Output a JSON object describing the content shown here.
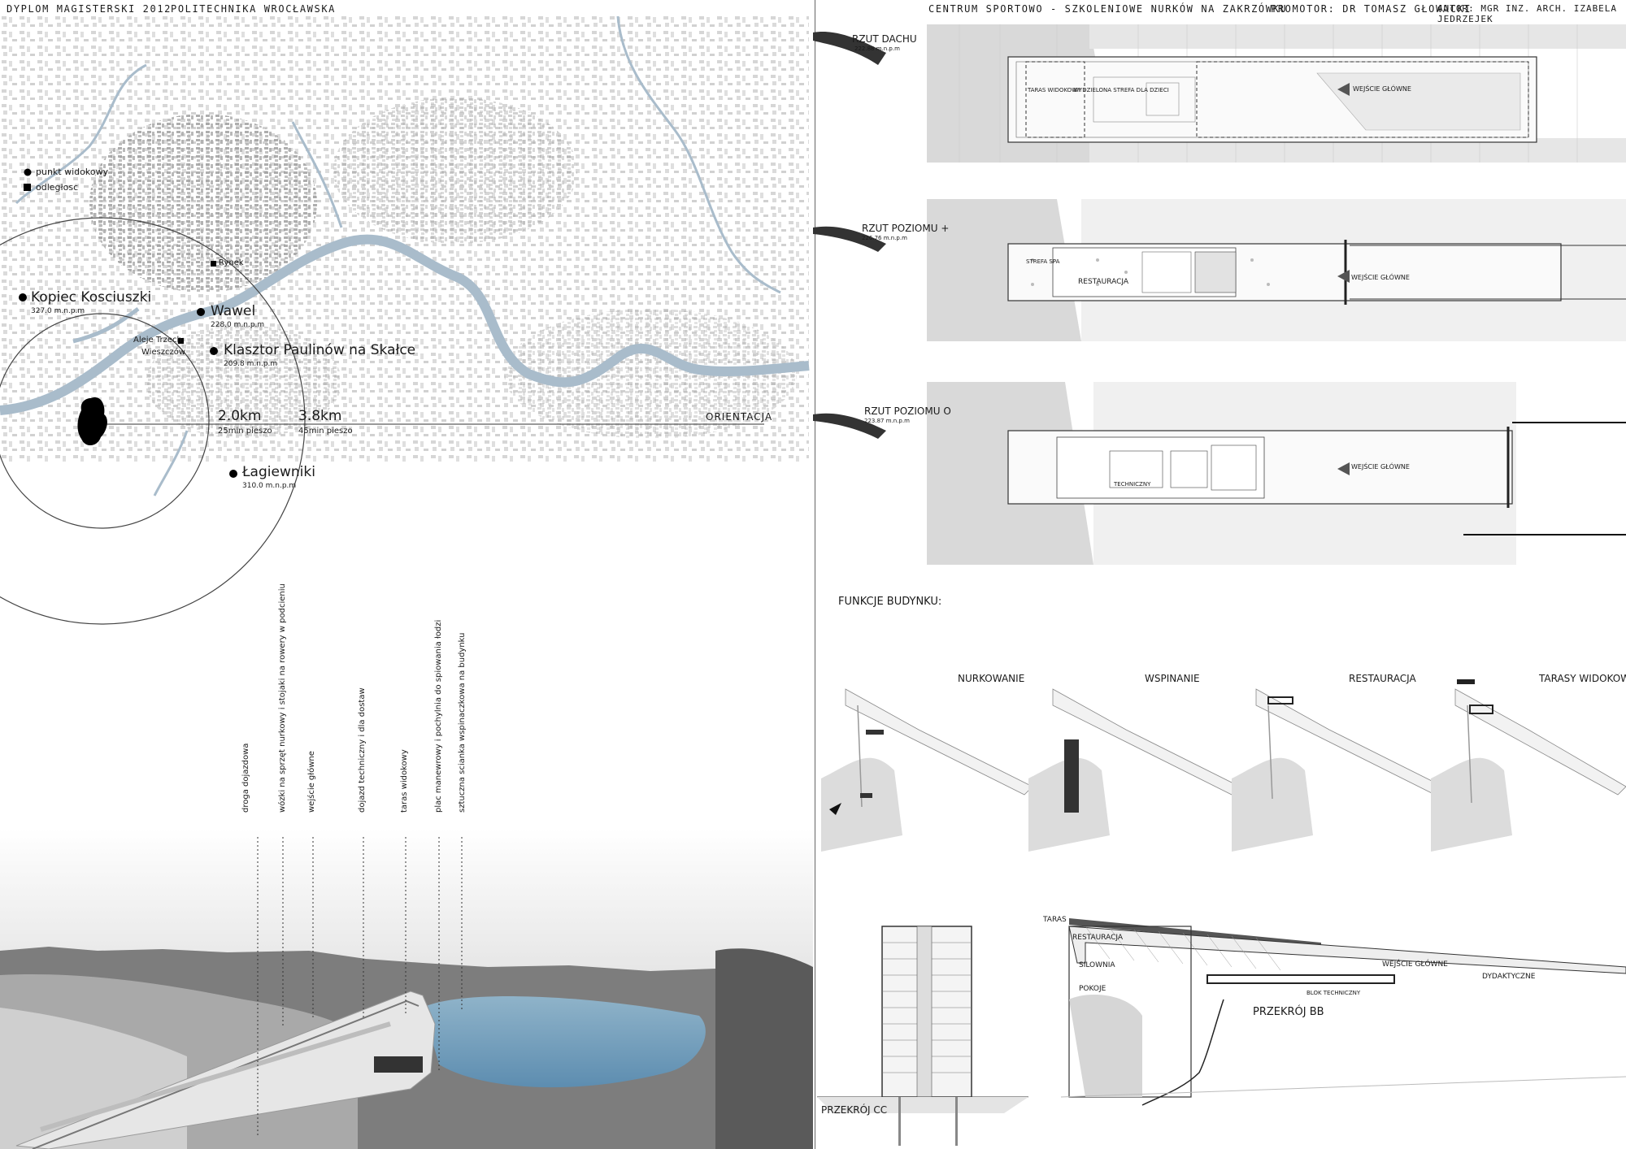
{
  "header": {
    "diploma": "DYPLOM MAGISTERSKI  2012",
    "university": "POLITECHNIKA WROCŁAWSKA",
    "project": "CENTRUM SPORTOWO - SZKOLENIOWE NURKÓW NA ZAKRZÓWKU",
    "promotor": "PROMOTOR: DR  TOMASZ GŁOWACKI",
    "author": "AUTOR: MGR INZ. ARCH. IZABELA JEDRZEJEK"
  },
  "map": {
    "legend": {
      "viewpoint": "punkt widokowy",
      "distance": "odległosc"
    },
    "places": [
      {
        "name": "Kopiec Kosciuszki",
        "elev": "327.0 m.n.p.m"
      },
      {
        "name": "Wawel",
        "elev": "228.0 m.n.p.m"
      },
      {
        "name": "Klasztor Paulinów na Skałce",
        "elev": "209.8 m.n.p.m"
      },
      {
        "name": "Łagiewniki",
        "elev": "310.0 m.n.p.m"
      }
    ],
    "rynek": "Rynek",
    "aleje": [
      "Aleje Trzech",
      "Wieszczów"
    ],
    "d1": {
      "km": "2.0km",
      "time": "25min pieszo"
    },
    "d2": {
      "km": "3.8km",
      "time": "45min pieszo"
    },
    "orientation": "ORIENTACJA"
  },
  "annotations": [
    "droga dojazdowa",
    "wózki na sprzęt nurkowy i stojaki na rowery w podcieniu",
    "wejście główne",
    "dojazd techniczny i dla dostaw",
    "taras widokowy",
    "plac manewrowy i pochylnia do spiowania łodzi",
    "sztuczna scianka wspinaczkowa na budynku"
  ],
  "plans": [
    {
      "title": "RZUT DACHU",
      "sub": "222.88 m.n.p.m",
      "labels": [
        "TARAS WIDOKOWY",
        "WYDZIELONA STREFA DLA DZIECI",
        "WEJŚCIE GŁÓWNE"
      ]
    },
    {
      "title": "RZUT POZIOMU +",
      "sub": "226.76 m.n.p.m",
      "labels": [
        "STREFA SPA",
        "RESTAURACJA",
        "WEJŚCIE GŁÓWNE"
      ]
    },
    {
      "title": "RZUT POZIOMU O",
      "sub": "223.87 m.n.p.m",
      "labels": [
        "TECHNICZNY",
        "WEJŚCIE GŁÓWNE"
      ]
    }
  ],
  "functions": {
    "title": "FUNKCJE BUDYNKU:",
    "items": [
      "NURKOWANIE",
      "WSPINANIE",
      "RESTAURACJA",
      "TARASY WIDOKOWE"
    ]
  },
  "sections": {
    "cc": "PRZEKRÓJ CC",
    "bb": "PRZEKRÓJ BB",
    "labels": [
      "TARAS",
      "RESTAURACJA",
      "SILOWNIA",
      "POKOJE",
      "WEJŚCIE GŁÓWNE",
      "DYDAKTYCZNE",
      "BLOK TECHNICZNY"
    ]
  },
  "colors": {
    "river": "#a9bccb",
    "lake": "#6c9ab7",
    "line": "#222222"
  }
}
